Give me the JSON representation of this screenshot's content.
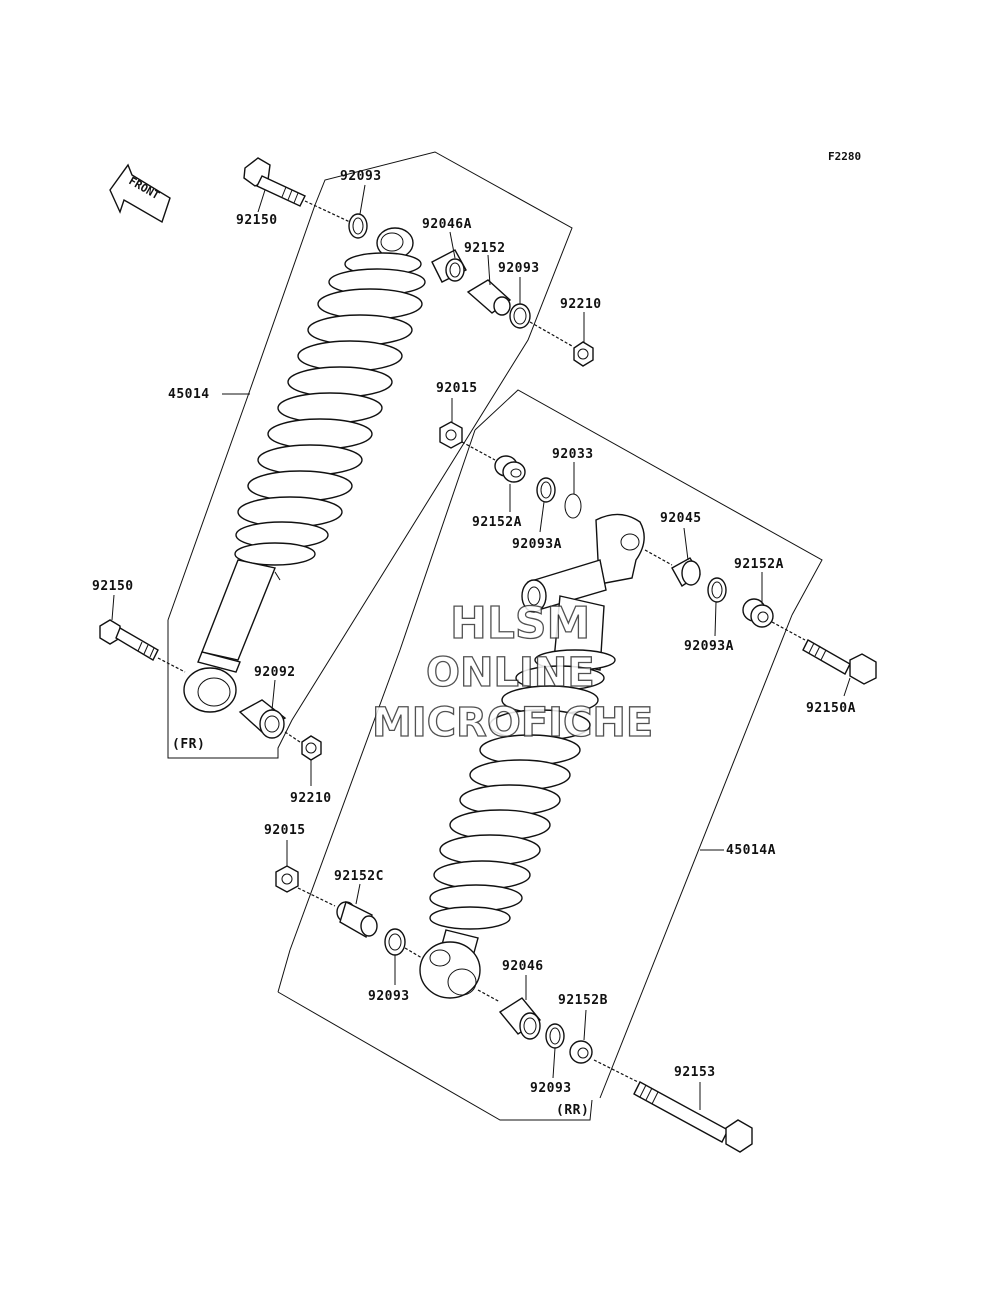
{
  "figure_code": "F2280",
  "front_arrow": {
    "label": "FRONT",
    "icon": "front-direction-arrow-icon"
  },
  "watermark": {
    "line1": "HLSM",
    "line2": "ONLINE",
    "line3": "MICROFICHE"
  },
  "groups": {
    "front": "(FR)",
    "rear": "(RR)"
  },
  "labels": {
    "front_bolt_top": "92150",
    "front_washer_top": "92093",
    "front_bushing_top": "92046A",
    "front_collar_top": "92152",
    "front_washer_top_2": "92093",
    "front_nut_top": "92210",
    "front_shock": "45014",
    "front_bolt_bottom": "92150",
    "front_bushing_bottom": "92092",
    "front_nut_bottom": "92210",
    "rear_nut_top": "92015",
    "rear_collar_top": "92152A",
    "rear_washer_top_left": "92093A",
    "rear_circlip": "92033",
    "rear_bushing_top": "92045",
    "rear_washer_top_right": "92093A",
    "rear_collar_top_right": "92152A",
    "rear_bolt_top": "92150A",
    "rear_shock": "45014A",
    "rear_nut_bottom": "92015",
    "rear_collar_bottom_left": "92152C",
    "rear_washer_bottom_left": "92093",
    "rear_bushing_bottom": "92046",
    "rear_collar_bottom_right": "92152B",
    "rear_washer_bottom_right": "92093",
    "rear_bolt_bottom": "92153"
  }
}
